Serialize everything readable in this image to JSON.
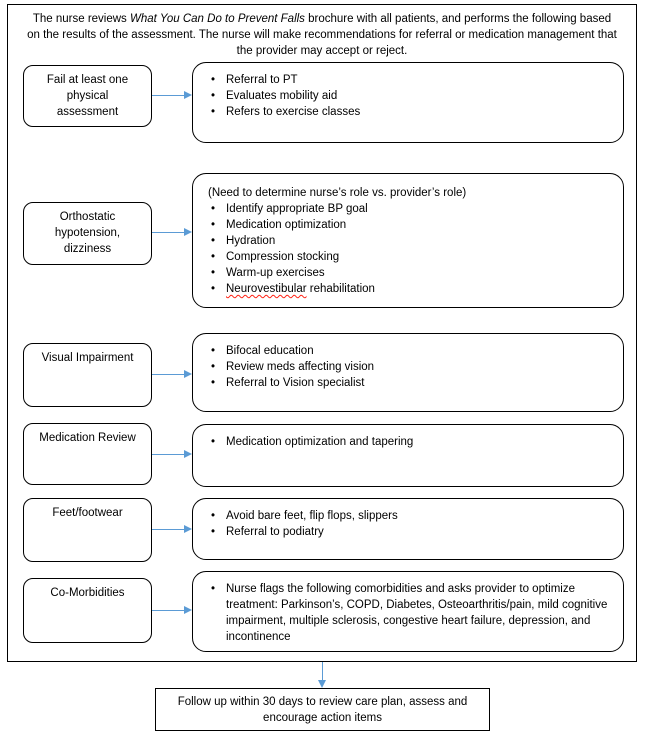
{
  "intro": {
    "prefix": "The nurse reviews ",
    "brochure_title": "What You Can Do to Prevent Falls",
    "suffix": " brochure with all patients, and performs the following based on the results of the assessment. The nurse will make recommendations for referral or medication management that the provider may accept or reject."
  },
  "rows": [
    {
      "label": "Fail at least one physical assessment",
      "bullets": [
        "Referral to PT",
        "Evaluates mobility aid",
        "Refers to exercise classes"
      ]
    },
    {
      "label": "Orthostatic hypotension, dizziness",
      "note": "(Need to determine nurse’s role vs. provider’s role)",
      "bullets": [
        "Identify appropriate BP goal",
        "Medication optimization",
        "Hydration",
        "Compression stocking",
        "Warm-up exercises",
        "Neurovestibular rehabilitation"
      ]
    },
    {
      "label": "Visual Impairment",
      "bullets": [
        "Bifocal education",
        "Review meds affecting vision",
        "Referral to Vision specialist"
      ]
    },
    {
      "label": "Medication Review",
      "bullets": [
        "Medication optimization and tapering"
      ]
    },
    {
      "label": "Feet/footwear",
      "bullets": [
        "Avoid bare feet, flip flops, slippers",
        "Referral to podiatry"
      ]
    },
    {
      "label": "Co-Morbidities",
      "bullets": [
        "Nurse flags the following comorbidities and asks provider to optimize treatment: Parkinson’s, COPD, Diabetes, Osteoarthritis/pain, mild cognitive impairment, multiple sclerosis, congestive heart failure, depression, and incontinence"
      ]
    }
  ],
  "misspelled_words": [
    "Neurovestibular"
  ],
  "footer": {
    "text": "Follow up within 30 days to review care plan, assess and encourage action items"
  },
  "colors": {
    "arrow": "#5B9BD5",
    "border": "#000000",
    "text": "#000000",
    "background": "#FFFFFF",
    "spellcheck_underline": "#FF1F11"
  }
}
